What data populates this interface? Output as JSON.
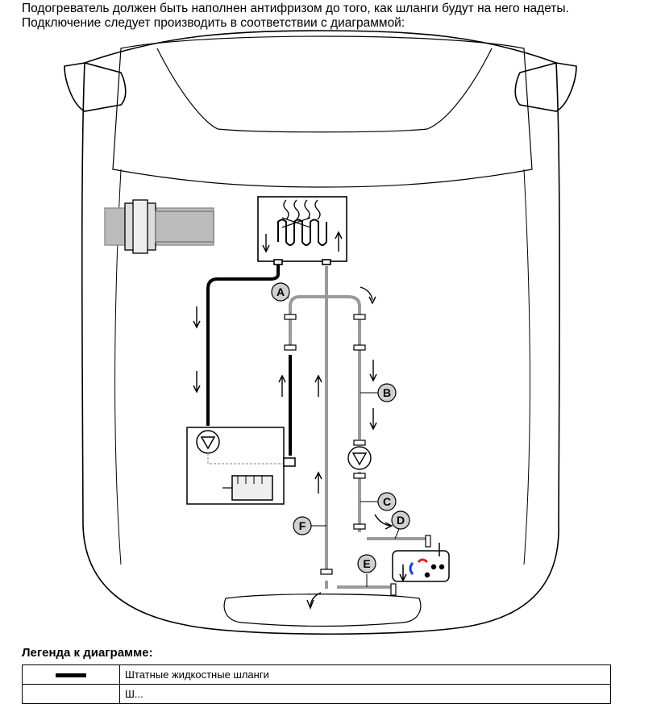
{
  "intro": {
    "line1": "Подогреватель должен быть наполнен антифризом до того, как шланги будут на него надеты.",
    "line2": "Подключение следует производить в соответствии с диаграммой:"
  },
  "callouts": {
    "a": "A",
    "b": "B",
    "c": "C",
    "d": "D",
    "e": "E",
    "f": "F"
  },
  "legend": {
    "title": "Легенда к диаграмме:",
    "rows": [
      {
        "symbol": "thick-black-line",
        "text": "Штатные жидкостные шланги"
      },
      {
        "symbol": "",
        "text": "Ш..."
      }
    ]
  },
  "colors": {
    "oem_hose": "#000000",
    "heater_hose": "#9a9a9a",
    "outline": "#000000",
    "flame_blue": "#1f3fd0",
    "flame_red": "#e02020"
  }
}
